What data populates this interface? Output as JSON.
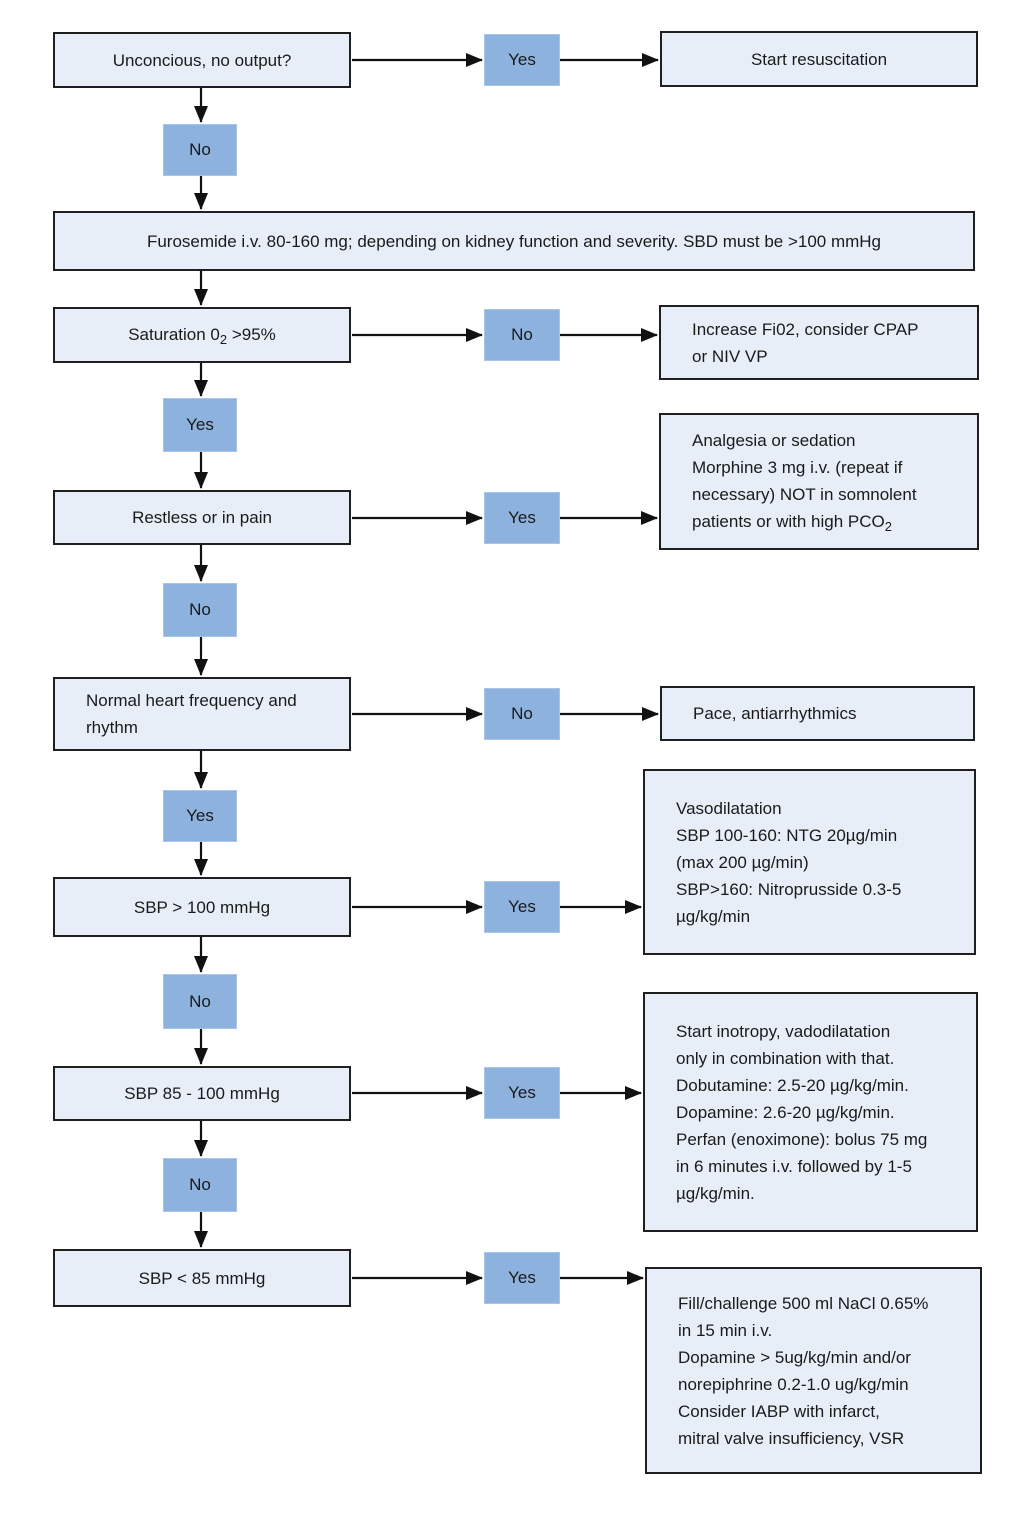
{
  "colors": {
    "box_fill": "#e8eef8",
    "box_border": "#1f1f1f",
    "square_fill": "#8db2dd",
    "arrow": "#111111",
    "text": "#1a1a1a",
    "background": "#ffffff"
  },
  "nodes": {
    "unconscious": {
      "label": "Unconcious, no output?"
    },
    "yes_unconscious": {
      "label": "Yes"
    },
    "start_resuscitation": {
      "label": "Start resuscitation"
    },
    "no_unconscious": {
      "label": "No"
    },
    "furosemide": {
      "label": "Furosemide i.v. 80-160 mg; depending on kidney function and severity. SBD must be >100 mmHg"
    },
    "saturation": {
      "label_pre": "Saturation 0",
      "label_sub": "2",
      "label_post": " >95%"
    },
    "no_saturation": {
      "label": "No"
    },
    "increase_fio2": {
      "lines": [
        "Increase Fi02, consider CPAP",
        "or NIV VP"
      ]
    },
    "yes_saturation": {
      "label": "Yes"
    },
    "restless": {
      "label": "Restless or in pain"
    },
    "yes_restless": {
      "label": "Yes"
    },
    "analgesia": {
      "lines": [
        "Analgesia or sedation",
        "Morphine 3 mg i.v. (repeat if",
        "necessary) NOT in somnolent"
      ],
      "last_pre": "patients or with high PCO",
      "last_sub": "2"
    },
    "no_restless": {
      "label": "No"
    },
    "normal_heart": {
      "lines": [
        "Normal heart frequency and",
        "rhythm"
      ]
    },
    "no_rhythm": {
      "label": "No"
    },
    "pace": {
      "label": "Pace, antiarrhythmics"
    },
    "yes_rhythm": {
      "label": "Yes"
    },
    "sbp_gt_100": {
      "label": "SBP > 100 mmHg"
    },
    "yes_sbp_gt_100": {
      "label": "Yes"
    },
    "vasodilatation": {
      "lines": [
        "Vasodilatation",
        "SBP 100-160: NTG 20µg/min",
        "(max 200 µg/min)",
        "SBP>160: Nitroprusside 0.3-5",
        "µg/kg/min"
      ]
    },
    "no_sbp_gt_100": {
      "label": "No"
    },
    "sbp_85_100": {
      "label": "SBP 85 - 100 mmHg"
    },
    "yes_sbp_85_100": {
      "label": "Yes"
    },
    "inotropy": {
      "lines": [
        "Start inotropy, vadodilatation",
        "only in combination with that.",
        "Dobutamine: 2.5-20 µg/kg/min.",
        "Dopamine: 2.6-20 µg/kg/min.",
        "Perfan (enoximone): bolus 75 mg",
        "in 6 minutes i.v. followed by 1-5",
        "µg/kg/min."
      ]
    },
    "no_sbp_85_100": {
      "label": "No"
    },
    "sbp_lt_85": {
      "label": "SBP < 85 mmHg"
    },
    "yes_sbp_lt_85": {
      "label": "Yes"
    },
    "fill_challenge": {
      "lines": [
        "Fill/challenge 500 ml NaCl 0.65%",
        "in 15 min i.v.",
        "Dopamine > 5ug/kg/min and/or",
        "norepiphrine 0.2-1.0 ug/kg/min",
        "Consider IABP with infarct,",
        "mitral valve insufficiency, VSR"
      ]
    }
  }
}
